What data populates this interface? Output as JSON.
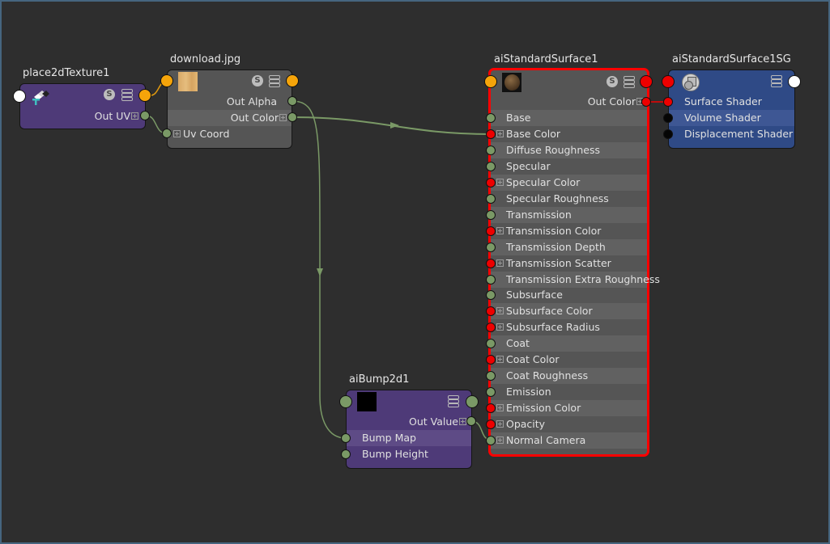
{
  "colors": {
    "background": "#2e2e2e",
    "frame_border": "#46657f",
    "wire_green": "#7a9966",
    "wire_red": "#ee0000",
    "selection": "#ff0000"
  },
  "nodes": {
    "place2d": {
      "title": "place2dTexture1",
      "icon": "place2d-texture-icon",
      "swatch_button": "S",
      "outputs": [
        {
          "label": "Out UV",
          "expandable": true
        }
      ]
    },
    "file": {
      "title": "download.jpg",
      "icon": "wood-texture-thumbnail",
      "swatch_button": "S",
      "outputs": [
        {
          "label": "Out Alpha",
          "expandable": false
        },
        {
          "label": "Out Color",
          "expandable": true
        }
      ],
      "inputs": [
        {
          "label": "Uv Coord",
          "expandable": true
        }
      ]
    },
    "surface": {
      "title": "aiStandardSurface1",
      "icon": "sphere-material-thumbnail",
      "swatch_button": "S",
      "outputs": [
        {
          "label": "Out Color",
          "expandable": true
        }
      ],
      "inputs": [
        {
          "label": "Base",
          "type": "scalar"
        },
        {
          "label": "Base Color",
          "type": "color"
        },
        {
          "label": "Diffuse Roughness",
          "type": "scalar"
        },
        {
          "label": "Specular",
          "type": "scalar"
        },
        {
          "label": "Specular Color",
          "type": "color"
        },
        {
          "label": "Specular Roughness",
          "type": "scalar"
        },
        {
          "label": "Transmission",
          "type": "scalar"
        },
        {
          "label": "Transmission Color",
          "type": "color"
        },
        {
          "label": "Transmission Depth",
          "type": "scalar"
        },
        {
          "label": "Transmission Scatter",
          "type": "color"
        },
        {
          "label": "Transmission Extra Roughness",
          "type": "scalar"
        },
        {
          "label": "Subsurface",
          "type": "scalar"
        },
        {
          "label": "Subsurface Color",
          "type": "color"
        },
        {
          "label": "Subsurface Radius",
          "type": "color"
        },
        {
          "label": "Coat",
          "type": "scalar"
        },
        {
          "label": "Coat Color",
          "type": "color"
        },
        {
          "label": "Coat Roughness",
          "type": "scalar"
        },
        {
          "label": "Emission",
          "type": "scalar"
        },
        {
          "label": "Emission Color",
          "type": "color"
        },
        {
          "label": "Opacity",
          "type": "color"
        },
        {
          "label": "Normal Camera",
          "type": "vector"
        }
      ]
    },
    "sg": {
      "title": "aiStandardSurface1SG",
      "icon": "shading-group-icon",
      "inputs": [
        {
          "label": "Surface Shader",
          "type": "color"
        },
        {
          "label": "Volume Shader",
          "type": "empty"
        },
        {
          "label": "Displacement Shader",
          "type": "empty"
        }
      ]
    },
    "bump": {
      "title": "aiBump2d1",
      "icon": "black-swatch-thumbnail",
      "outputs": [
        {
          "label": "Out Value",
          "expandable": true
        }
      ],
      "inputs": [
        {
          "label": "Bump Map",
          "type": "scalar"
        },
        {
          "label": "Bump Height",
          "type": "scalar"
        }
      ]
    }
  }
}
